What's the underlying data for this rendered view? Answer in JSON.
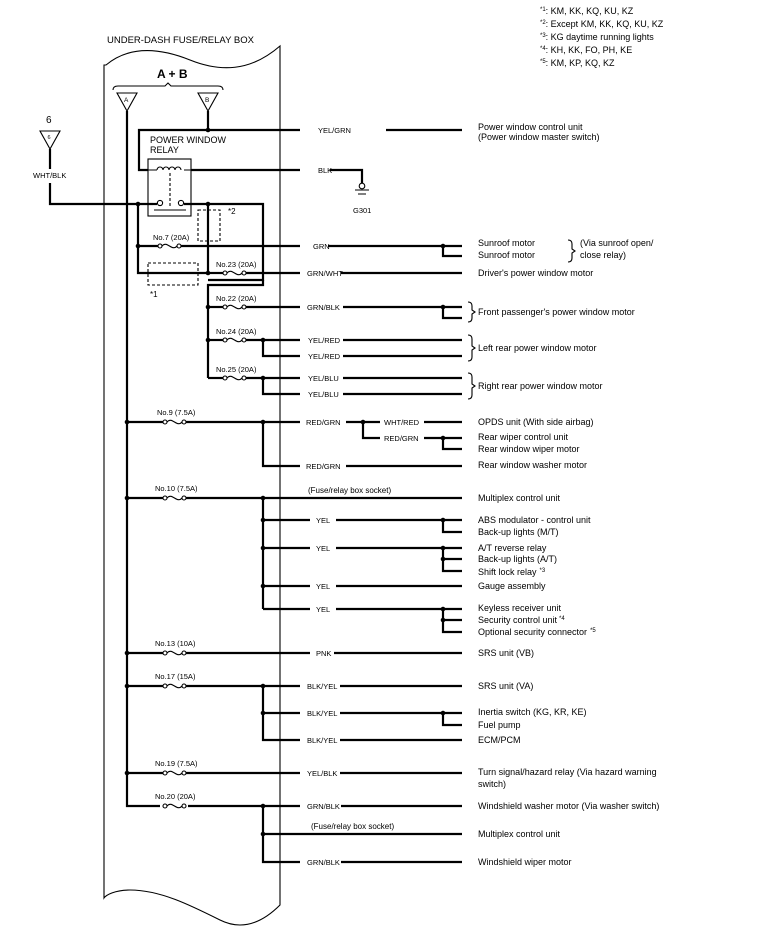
{
  "title": "UNDER-DASH FUSE/RELAY BOX",
  "power_inputs": {
    "group_label": "A + B",
    "terminal_a": "A",
    "terminal_b": "B"
  },
  "external_input": {
    "number_label": "6",
    "terminal": "6",
    "wire": "WHT/BLK"
  },
  "relay": {
    "label_line1": "POWER WINDOW",
    "label_line2": "RELAY"
  },
  "variant_marks": {
    "star1": "*1",
    "star2": "*2"
  },
  "notes": [
    {
      "mark": "*1",
      "text": ": KM, KK, KQ, KU, KZ"
    },
    {
      "mark": "*2",
      "text": ": Except KM, KK, KQ, KU, KZ"
    },
    {
      "mark": "*3",
      "text": ": KG daytime running lights"
    },
    {
      "mark": "*4",
      "text": ": KH, KK, FO, PH, KE"
    },
    {
      "mark": "*5",
      "text": ": KM, KP, KQ, KZ"
    }
  ],
  "ground": {
    "wire": "BLK",
    "label": "G301"
  },
  "fuses": {
    "f7": "No.7 (20A)",
    "f23": "No.23 (20A)",
    "f22": "No.22 (20A)",
    "f24": "No.24 (20A)",
    "f25": "No.25 (20A)",
    "f9": "No.9 (7.5A)",
    "f10": "No.10 (7.5A)",
    "f13": "No.13 (10A)",
    "f17": "No.17 (15A)",
    "f19": "No.19 (7.5A)",
    "f20": "No.20 (20A)"
  },
  "wires": {
    "yel_grn": "YEL/GRN",
    "grn": "GRN",
    "grn_wht": "GRN/WHT",
    "grn_blk": "GRN/BLK",
    "yel_red": "YEL/RED",
    "yel_blu": "YEL/BLU",
    "red_grn": "RED/GRN",
    "wht_red": "WHT/RED",
    "yel": "YEL",
    "pnk": "PNK",
    "blk_yel": "BLK/YEL",
    "yel_blk": "YEL/BLK",
    "socket": "(Fuse/relay box socket)"
  },
  "destinations": {
    "pw_control_1": "Power window control unit",
    "pw_control_2": "(Power window master switch)",
    "sunroof_1": "Sunroof motor",
    "sunroof_2": "Sunroof motor",
    "sunroof_note_1": "(Via sunroof open/",
    "sunroof_note_2": "close relay)",
    "driver_pw": "Driver's power window motor",
    "front_pass_pw": "Front passenger's power window motor",
    "left_rear_pw": "Left rear power window motor",
    "right_rear_pw": "Right rear power window motor",
    "opds": "OPDS unit (With side airbag)",
    "rear_wiper_ctrl": "Rear wiper control unit",
    "rear_wiper_motor": "Rear window wiper motor",
    "rear_washer": "Rear window washer motor",
    "multiplex_1": "Multiplex control unit",
    "abs": "ABS modulator - control unit",
    "backup_mt": "Back-up lights (M/T)",
    "at_reverse": "A/T reverse relay",
    "backup_at": "Back-up lights (A/T)",
    "shift_lock": "Shift lock relay",
    "shift_lock_mark": "*3",
    "gauge": "Gauge assembly",
    "keyless": "Keyless receiver unit",
    "security": "Security control unit",
    "security_mark": "*4",
    "opt_security": "Optional security connector",
    "opt_security_mark": "*5",
    "srs_vb": "SRS unit (VB)",
    "srs_va": "SRS unit (VA)",
    "inertia": "Inertia switch (KG, KR, KE)",
    "fuel_pump": "Fuel pump",
    "ecm": "ECM/PCM",
    "turn_signal_1": "Turn signal/hazard relay (Via hazard warning",
    "turn_signal_2": "switch)",
    "ws_washer": "Windshield washer motor (Via washer switch)",
    "multiplex_2": "Multiplex control unit",
    "ws_wiper": "Windshield wiper motor"
  }
}
